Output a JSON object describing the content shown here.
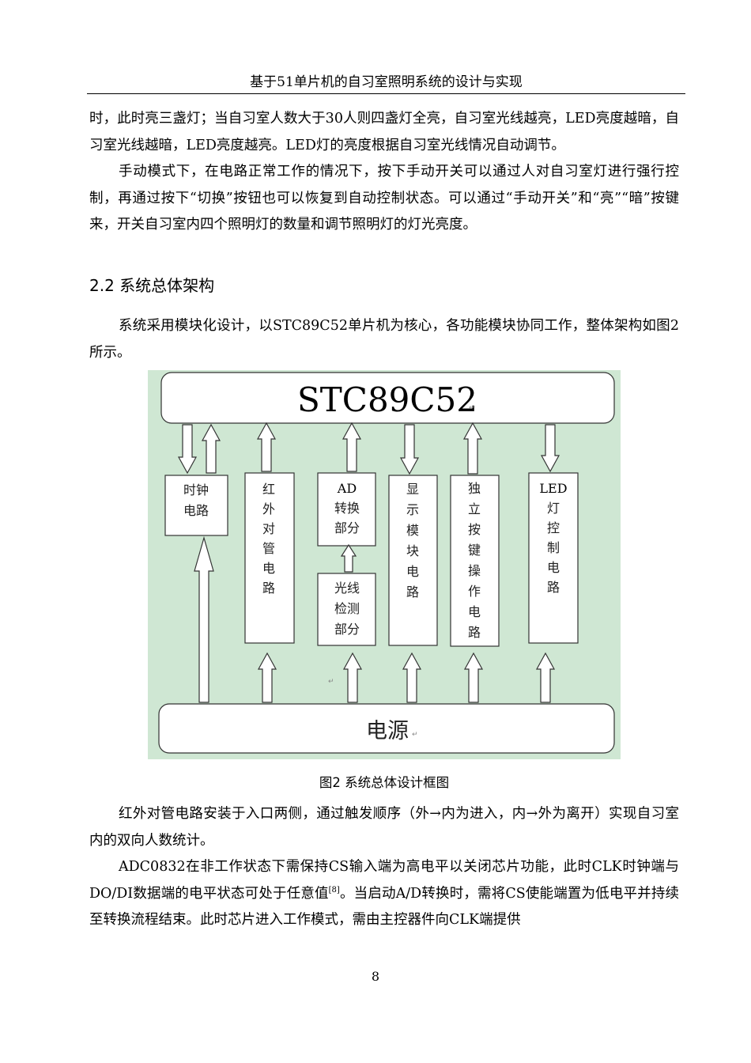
{
  "header": {
    "title": "基于51单片机的自习室照明系统的设计与实现"
  },
  "paragraphs": {
    "p1": "时，此时亮三盏灯；当自习室人数大于30人则四盏灯全亮，自习室光线越亮，LED亮度越暗，自习室光线越暗，LED亮度越亮。LED灯的亮度根据自习室光线情况自动调节。",
    "p2": "手动模式下，在电路正常工作的情况下，按下手动开关可以通过人对自习室灯进行强行控制，再通过按下“切换”按钮也可以恢复到自动控制状态。可以通过“手动开关”和“亮”“暗”按键来，开关自习室内四个照明灯的数量和调节照明灯的灯光亮度。",
    "p3": "系统采用模块化设计，以STC89C52单片机为核心，各功能模块协同工作，整体架构如图2所示。",
    "p4": "红外对管电路安装于入口两侧，通过触发顺序（外→内为进入，内→外为离开）实现自习室内的双向人数统计。",
    "p5_before_citation": "ADC0832在非工作状态下需保持CS输入端为高电平以关闭芯片功能，此时CLK时钟端与DO/DI数据端的电平状态可处于任意值",
    "p5_citation": "[8]",
    "p5_after_citation": "。当启动A/D转换时，需将CS使能端置为低电平并持续至转换流程结束。此时芯片进入工作模式，需由主控器件向CLK端提供"
  },
  "section": {
    "heading": "2.2 系统总体架构"
  },
  "diagram": {
    "top_block": "STC89C52",
    "bottom_block": "电源",
    "modules": {
      "clock": [
        "时钟",
        "电路"
      ],
      "infrared": [
        "红",
        "外",
        "对",
        "管",
        "电",
        "路"
      ],
      "ad": [
        "AD",
        "转换",
        "部分"
      ],
      "light": [
        "光线",
        "检测",
        "部分"
      ],
      "display": [
        "显",
        "示",
        "模",
        "块",
        "电",
        "路"
      ],
      "keys": [
        "独",
        "立",
        "按",
        "键",
        "操",
        "作",
        "电",
        "路"
      ],
      "led": [
        "LED",
        "灯",
        "控",
        "制",
        "电",
        "路"
      ]
    },
    "background_color": "#cfe7d3",
    "edit_mark": "↵"
  },
  "figure": {
    "caption": "图2 系统总体设计框图"
  },
  "footer": {
    "page_number": "8"
  }
}
